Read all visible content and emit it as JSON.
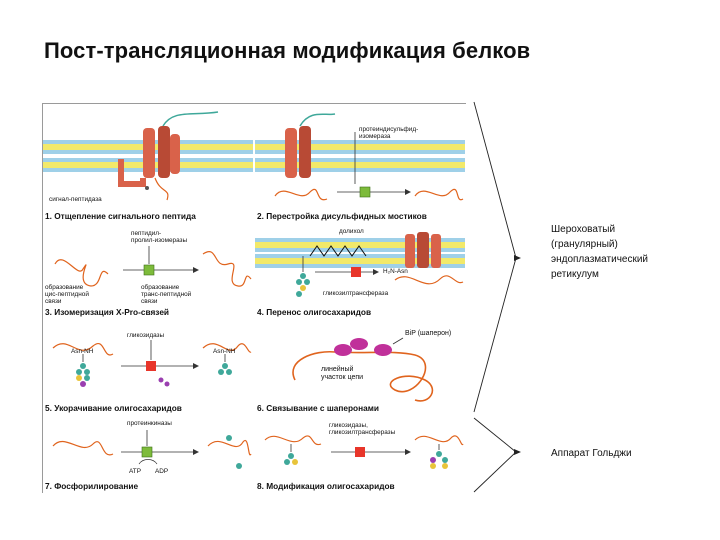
{
  "title": "Пост-трансляционная модификация белков",
  "panels": [
    {
      "label": "1. Отщепление сигнального пептида",
      "texts": {
        "a": "сигнал-пептидаза"
      }
    },
    {
      "label": "2. Перестройка дисульфидных мостиков",
      "texts": {
        "a": "протеиндисульфид-",
        "b": "изомераза"
      }
    },
    {
      "label": "3. Изомеризация X-Pro-связей",
      "texts": {
        "a": "пептидил-",
        "b": "пролил-изомеразы",
        "c": "образование",
        "d": "цис-пептидной",
        "e": "связи",
        "f": "образование",
        "g": "транс-пептидной",
        "h": "связи"
      }
    },
    {
      "label": "4. Перенос олигосахаридов",
      "texts": {
        "a": "долихол",
        "b": "H₂N-Asn",
        "c": "гликозилтрансфераза"
      }
    },
    {
      "label": "5. Укорачивание олигосахаридов",
      "texts": {
        "a": "гликозидазы",
        "b": "Asn-NH",
        "c": "Asn-NH"
      }
    },
    {
      "label": "6. Связывание с шаперонами",
      "texts": {
        "a": "BiP (шаперон)",
        "b": "линейный",
        "c": "участок цепи"
      }
    },
    {
      "label": "7. Фосфорилирование",
      "texts": {
        "a": "протеинкиназы",
        "b": "ATP",
        "c": "ADP"
      }
    },
    {
      "label": "8. Модификация олигосахаридов",
      "texts": {
        "a": "гликозидазы,",
        "b": "гликозилтрансферазы"
      }
    }
  ],
  "notes": {
    "er": [
      "Шероховатый",
      "(гранулярный)",
      "эндоплазматический",
      "ретикулум"
    ],
    "golgi": "Аппарат Гольджи"
  },
  "colors": {
    "membrane_blue": "#9fd0e8",
    "membrane_yellow": "#f2e96a",
    "chain": "#e0641e",
    "protein": "#d9624a",
    "enzyme": "#7dbb3b",
    "box_red": "#e8352a",
    "chaperone": "#c0309a",
    "sugar_teal": "#3fa89a",
    "sugar_yellow": "#e8c43a",
    "sugar_purple": "#9a3fb0"
  }
}
